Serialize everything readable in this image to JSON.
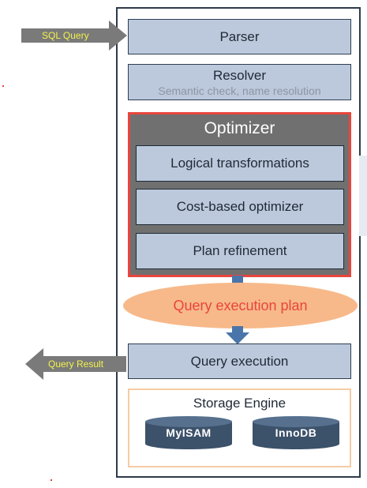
{
  "input_arrow": {
    "label": "SQL Query"
  },
  "output_arrow": {
    "label": "Query Result"
  },
  "parser": {
    "label": "Parser"
  },
  "resolver": {
    "label": "Resolver",
    "sublabel": "Semantic check, name resolution"
  },
  "optimizer": {
    "title": "Optimizer",
    "stages": [
      {
        "label": "Logical transformations"
      },
      {
        "label": "Cost-based optimizer"
      },
      {
        "label": "Plan refinement"
      }
    ]
  },
  "plan": {
    "label": "Query execution plan"
  },
  "execution": {
    "label": "Query execution"
  },
  "storage": {
    "title": "Storage Engine",
    "engines": [
      {
        "label": "MyISAM"
      },
      {
        "label": "InnoDB"
      }
    ]
  },
  "colors": {
    "box_fill": "#bcc9dc",
    "optimizer_fill": "#707070",
    "optimizer_border": "#e8453c",
    "plan_fill": "#f7b98a",
    "plan_text": "#e8453c",
    "flow_arrow": "#4a75aa",
    "side_arrow": "#7a7a7a",
    "side_arrow_text": "#f2f24a",
    "storage_border": "#f6cba6",
    "cylinder": "#3c516a"
  }
}
